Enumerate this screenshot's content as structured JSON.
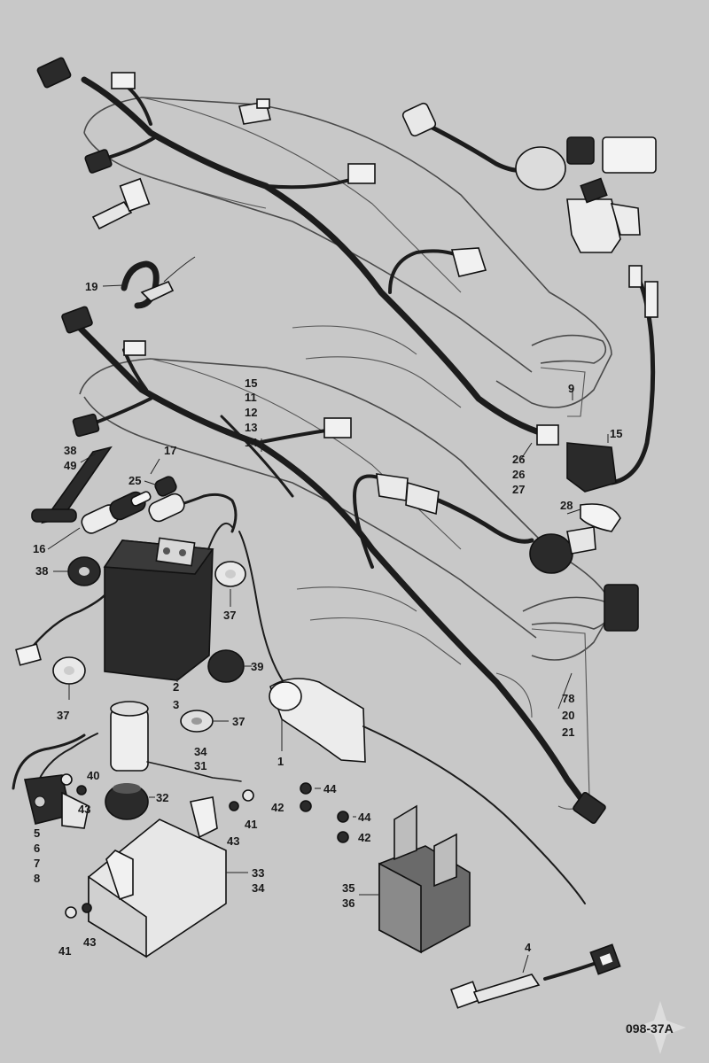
{
  "reference_number": "098-37A",
  "callouts": {
    "c1": "1",
    "c2": "2",
    "c3": "3",
    "c4": "4",
    "c5": "5",
    "c6": "6",
    "c7": "7",
    "c8": "8",
    "c9": "9",
    "c11": "11",
    "c12": "12",
    "c13": "13",
    "c14": "14",
    "c15a": "15",
    "c15b": "15",
    "c16a": "16",
    "c16b": "16",
    "c17": "17",
    "c19": "19",
    "c20": "20",
    "c21": "21",
    "c25": "25",
    "c26a": "26",
    "c26b": "26",
    "c27": "27",
    "c28": "28",
    "c31": "31",
    "c32": "32",
    "c33": "33",
    "c34a": "34",
    "c34b": "34",
    "c35": "35",
    "c36": "36",
    "c37a": "37",
    "c37b": "37",
    "c37c": "37",
    "c38a": "38",
    "c38b": "38",
    "c39": "39",
    "c40": "40",
    "c41a": "41",
    "c41b": "41",
    "c42a": "42",
    "c42b": "42",
    "c43a": "43",
    "c43b": "43",
    "c43c": "43",
    "c44a": "44",
    "c44b": "44",
    "c49": "49",
    "c78": "78"
  }
}
